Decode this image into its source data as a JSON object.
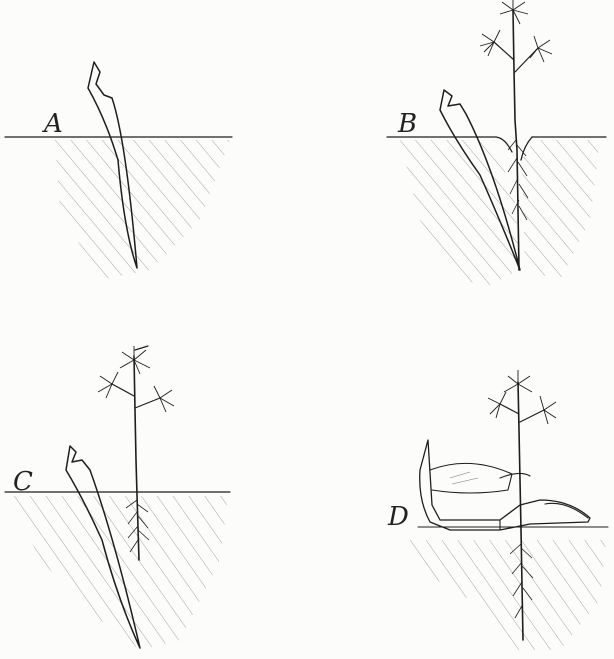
{
  "panels": [
    {
      "id": "A",
      "label": "A"
    },
    {
      "id": "B",
      "label": "B"
    },
    {
      "id": "C",
      "label": "C"
    },
    {
      "id": "D",
      "label": "D"
    }
  ],
  "colors": {
    "ink": "#1e1e1e",
    "hatch": "#6a6a6a",
    "paper": "#fcfcfa"
  },
  "icons": [
    "stake-icon",
    "seedling-icon",
    "roots-icon",
    "boot-icon",
    "ground-icon"
  ]
}
